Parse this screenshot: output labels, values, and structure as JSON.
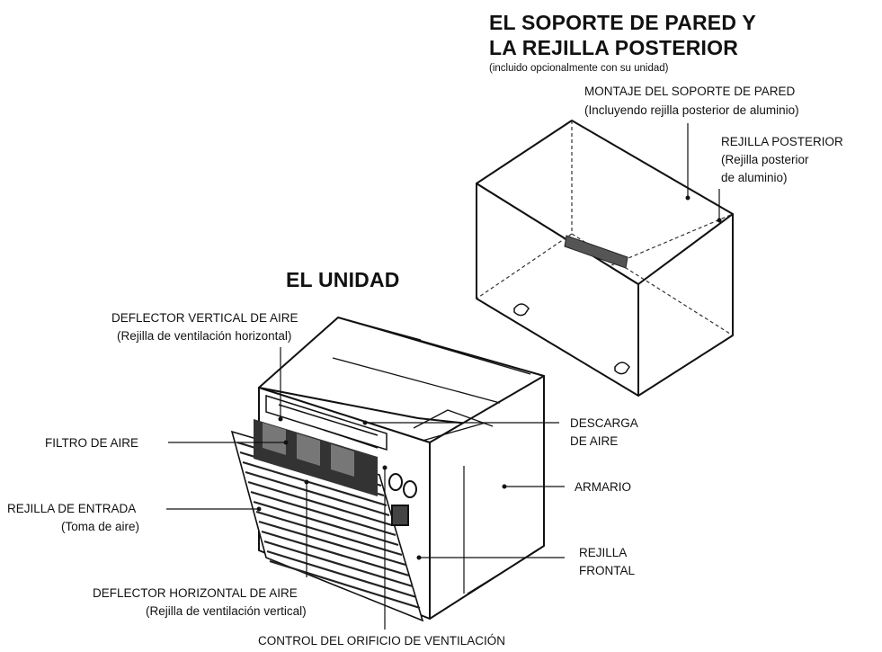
{
  "wall_sleeve": {
    "title_line1": "EL SOPORTE DE PARED Y",
    "title_line2": "LA REJILLA POSTERIOR",
    "subtitle": "(incluido opcionalmente con su unidad)",
    "montaje_line1": "MONTAJE DEL SOPORTE DE PARED",
    "montaje_line2": "(Incluyendo rejilla posterior de aluminio)",
    "rejilla_posterior_line1": "REJILLA POSTERIOR",
    "rejilla_posterior_line2": "(Rejilla posterior",
    "rejilla_posterior_line3": "de aluminio)"
  },
  "unit": {
    "title": "EL UNIDAD",
    "deflector_vertical_line1": "DEFLECTOR VERTICAL DE AIRE",
    "deflector_vertical_line2": "(Rejilla de ventilación horizontal)",
    "filtro": "FILTRO DE AIRE",
    "rejilla_entrada_line1": "REJILLA DE ENTRADA",
    "rejilla_entrada_line2": "(Toma de aire)",
    "deflector_horizontal_line1": "DEFLECTOR HORIZONTAL DE AIRE",
    "deflector_horizontal_line2": "(Rejilla de ventilación vertical)",
    "control_orificio": "CONTROL DEL ORIFICIO DE VENTILACIÓN",
    "descarga_line1": "DESCARGA",
    "descarga_line2": "DE AIRE",
    "armario": "ARMARIO",
    "rejilla_frontal_line1": "REJILLA",
    "rejilla_frontal_line2": "FRONTAL"
  }
}
